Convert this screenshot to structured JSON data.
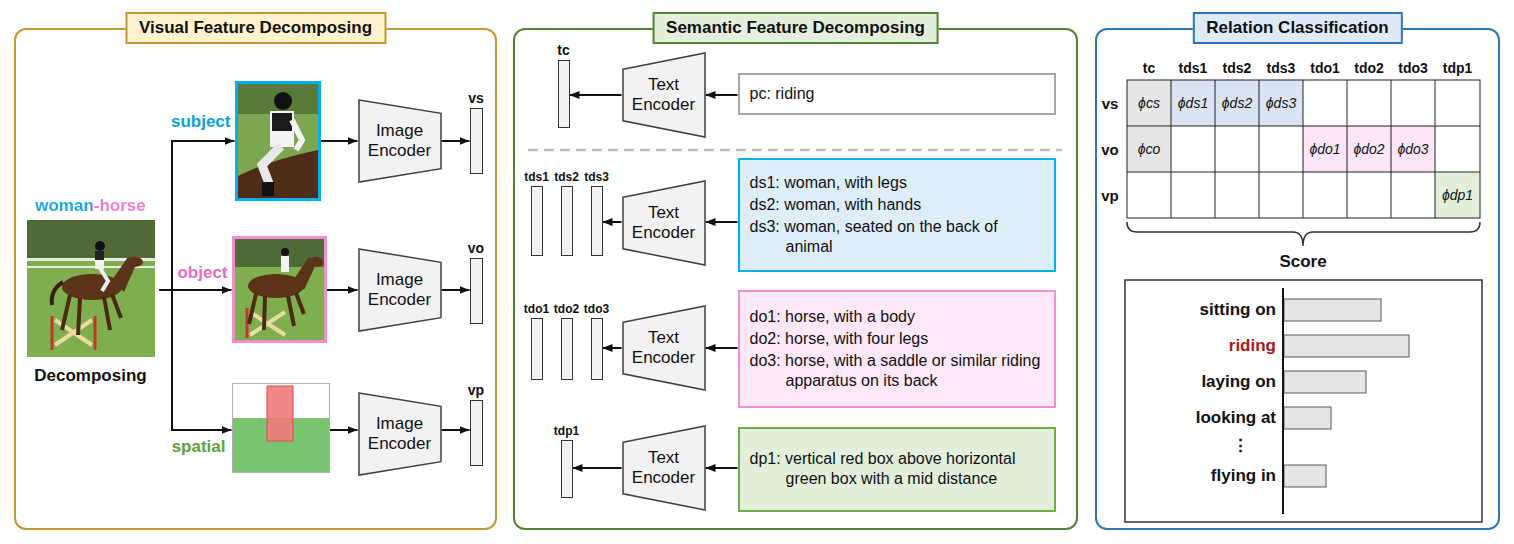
{
  "diagram": {
    "nodes": [
      {
        "text": [
          "Visual Feature Decomposing"
        ]
      },
      {
        "text": [
          "woman-horse",
          "Decomposing"
        ],
        "in": 0
      },
      {
        "text": [
          "subject"
        ],
        "in": 0
      },
      {
        "text": [
          "Image Encoder"
        ],
        "in": 0
      },
      {
        "text": [
          "vs"
        ],
        "in": 0
      },
      {
        "text": [
          "object"
        ],
        "in": 0
      },
      {
        "text": [
          "Image Encoder"
        ],
        "in": 0
      },
      {
        "text": [
          "vo"
        ],
        "in": 0
      },
      {
        "text": [
          "spatial"
        ],
        "in": 0
      },
      {
        "text": [
          "Image Encoder"
        ],
        "in": 0
      },
      {
        "text": [
          "vp"
        ],
        "in": 0
      },
      {
        "text": [
          "Semantic Feature Decomposing"
        ]
      },
      {
        "text": [
          "tc"
        ],
        "in": 11
      },
      {
        "text": [
          "Text Encoder"
        ],
        "in": 11
      },
      {
        "text": [
          "pc: riding"
        ],
        "in": 11
      },
      {
        "text": [
          "tds1"
        ],
        "in": 11
      },
      {
        "text": [
          "tds2"
        ],
        "in": 11
      },
      {
        "text": [
          "tds3"
        ],
        "in": 11
      },
      {
        "text": [
          "Text Encoder"
        ],
        "in": 11
      },
      {
        "text": [
          "ds1: woman, with legs",
          "ds2: woman, with hands",
          "ds3: woman, seated on the back of animal"
        ],
        "in": 11
      },
      {
        "text": [
          "tdo1"
        ],
        "in": 11
      },
      {
        "text": [
          "tdo2"
        ],
        "in": 11
      },
      {
        "text": [
          "tdo3"
        ],
        "in": 11
      },
      {
        "text": [
          "Text Encoder"
        ],
        "in": 11
      },
      {
        "text": [
          "do1: horse, with a body",
          "do2: horse, with four legs",
          "do3: horse, with a saddle or similar riding apparatus on its back"
        ],
        "in": 11
      },
      {
        "text": [
          "tdp1"
        ],
        "in": 11
      },
      {
        "text": [
          "Text Encoder"
        ],
        "in": 11
      },
      {
        "text": [
          "dp1: vertical red box above horizontal green box with a mid distance"
        ],
        "in": 11
      },
      {
        "text": [
          "Relation Classification"
        ]
      }
    ],
    "edges": [
      {
        "from": 1,
        "to": 2,
        "arrow": "to"
      },
      {
        "from": 1,
        "to": 5,
        "arrow": "to"
      },
      {
        "from": 1,
        "to": 8,
        "arrow": "to"
      },
      {
        "from": 2,
        "to": 3,
        "arrow": "to"
      },
      {
        "from": 3,
        "to": 4,
        "arrow": "to"
      },
      {
        "from": 5,
        "to": 6,
        "arrow": "to"
      },
      {
        "from": 6,
        "to": 7,
        "arrow": "to"
      },
      {
        "from": 8,
        "to": 9,
        "arrow": "to"
      },
      {
        "from": 9,
        "to": 10,
        "arrow": "to"
      },
      {
        "from": 14,
        "to": 13,
        "arrow": "to"
      },
      {
        "from": 13,
        "to": 12,
        "arrow": "to"
      },
      {
        "from": 19,
        "to": 18,
        "arrow": "to"
      },
      {
        "from": 18,
        "to": 17,
        "arrow": "to"
      },
      {
        "from": 24,
        "to": 23,
        "arrow": "to"
      },
      {
        "from": 23,
        "to": 22,
        "arrow": "to"
      },
      {
        "from": 27,
        "to": 26,
        "arrow": "to"
      },
      {
        "from": 26,
        "to": 25,
        "arrow": "to"
      }
    ],
    "labels": [
      "tc",
      "tds1",
      "tds2",
      "tds3",
      "tdo1",
      "tdo2",
      "tdo3",
      "tdp1",
      "vs",
      "vo",
      "vp",
      "ϕcs",
      "ϕds1",
      "ϕds2",
      "ϕds3",
      "ϕco",
      "ϕdo1",
      "ϕdo2",
      "ϕdo3",
      "ϕdp1",
      "Score",
      "sitting on",
      "riding",
      "laying on",
      "looking at",
      "⋮",
      "flying in"
    ]
  }
}
